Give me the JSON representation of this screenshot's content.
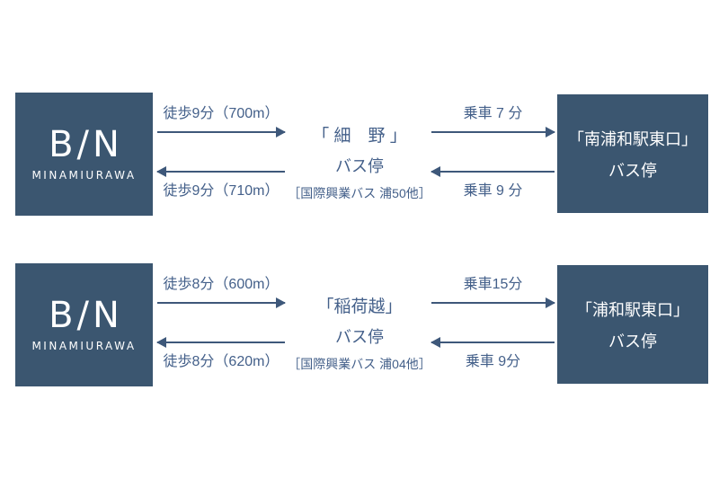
{
  "colors": {
    "box_bg": "#3b5670",
    "text_blue": "#44608a",
    "arrow": "#3e587a",
    "box_text": "#ffffff",
    "background": "#ffffff"
  },
  "logo": {
    "line1": "B/N",
    "line2": "MINAMIURAWA"
  },
  "routes": [
    {
      "walk_to": "徒歩9分（700m）",
      "walk_back": "徒歩9分（710m）",
      "stop_name": "「 細　野 」",
      "stop_type": "バス停",
      "stop_note": "［国際興業バス 浦50他］",
      "ride_to": "乗車 7 分",
      "ride_back": "乗車 9 分",
      "station_name": "「南浦和駅東口」",
      "station_type": "バス停"
    },
    {
      "walk_to": "徒歩8分（600m）",
      "walk_back": "徒歩8分（620m）",
      "stop_name": "「稲荷越」",
      "stop_type": "バス停",
      "stop_note": "［国際興業バス 浦04他］",
      "ride_to": "乗車15分",
      "ride_back": "乗車 9分",
      "station_name": "「浦和駅東口」",
      "station_type": "バス停"
    }
  ]
}
